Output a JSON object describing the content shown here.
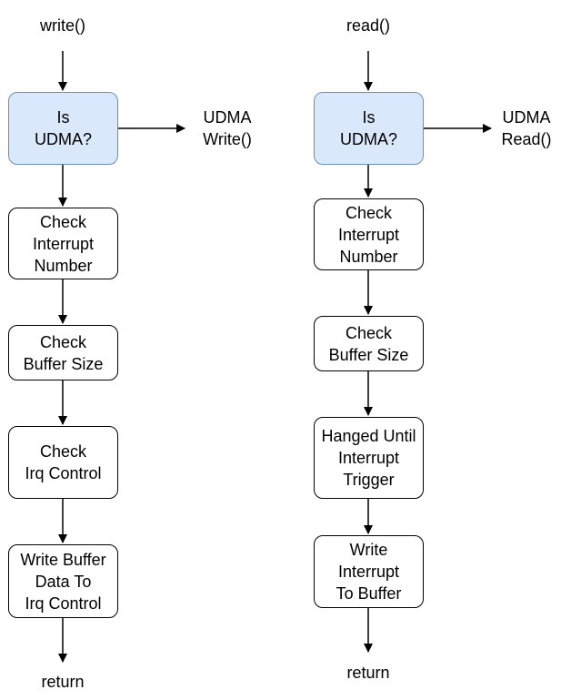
{
  "diagram": {
    "write_flow": {
      "start": "write()",
      "decision": "Is\nUDMA?",
      "branch": "UDMA\nWrite()",
      "steps": [
        "Check\nInterrupt\nNumber",
        "Check\nBuffer Size",
        "Check\nIrq Control",
        "Write Buffer\nData To\nIrq Control"
      ],
      "end": "return"
    },
    "read_flow": {
      "start": "read()",
      "decision": "Is\nUDMA?",
      "branch": "UDMA\nRead()",
      "steps": [
        "Check\nInterrupt\nNumber",
        "Check\nBuffer Size",
        "Hanged Until\nInterrupt\nTrigger",
        "Write\nInterrupt\nTo Buffer"
      ],
      "end": "return"
    },
    "colors": {
      "decision_fill": "#dae8fc",
      "decision_stroke": "#6c8ebf",
      "box_stroke": "#000000",
      "arrow": "#000000"
    }
  }
}
